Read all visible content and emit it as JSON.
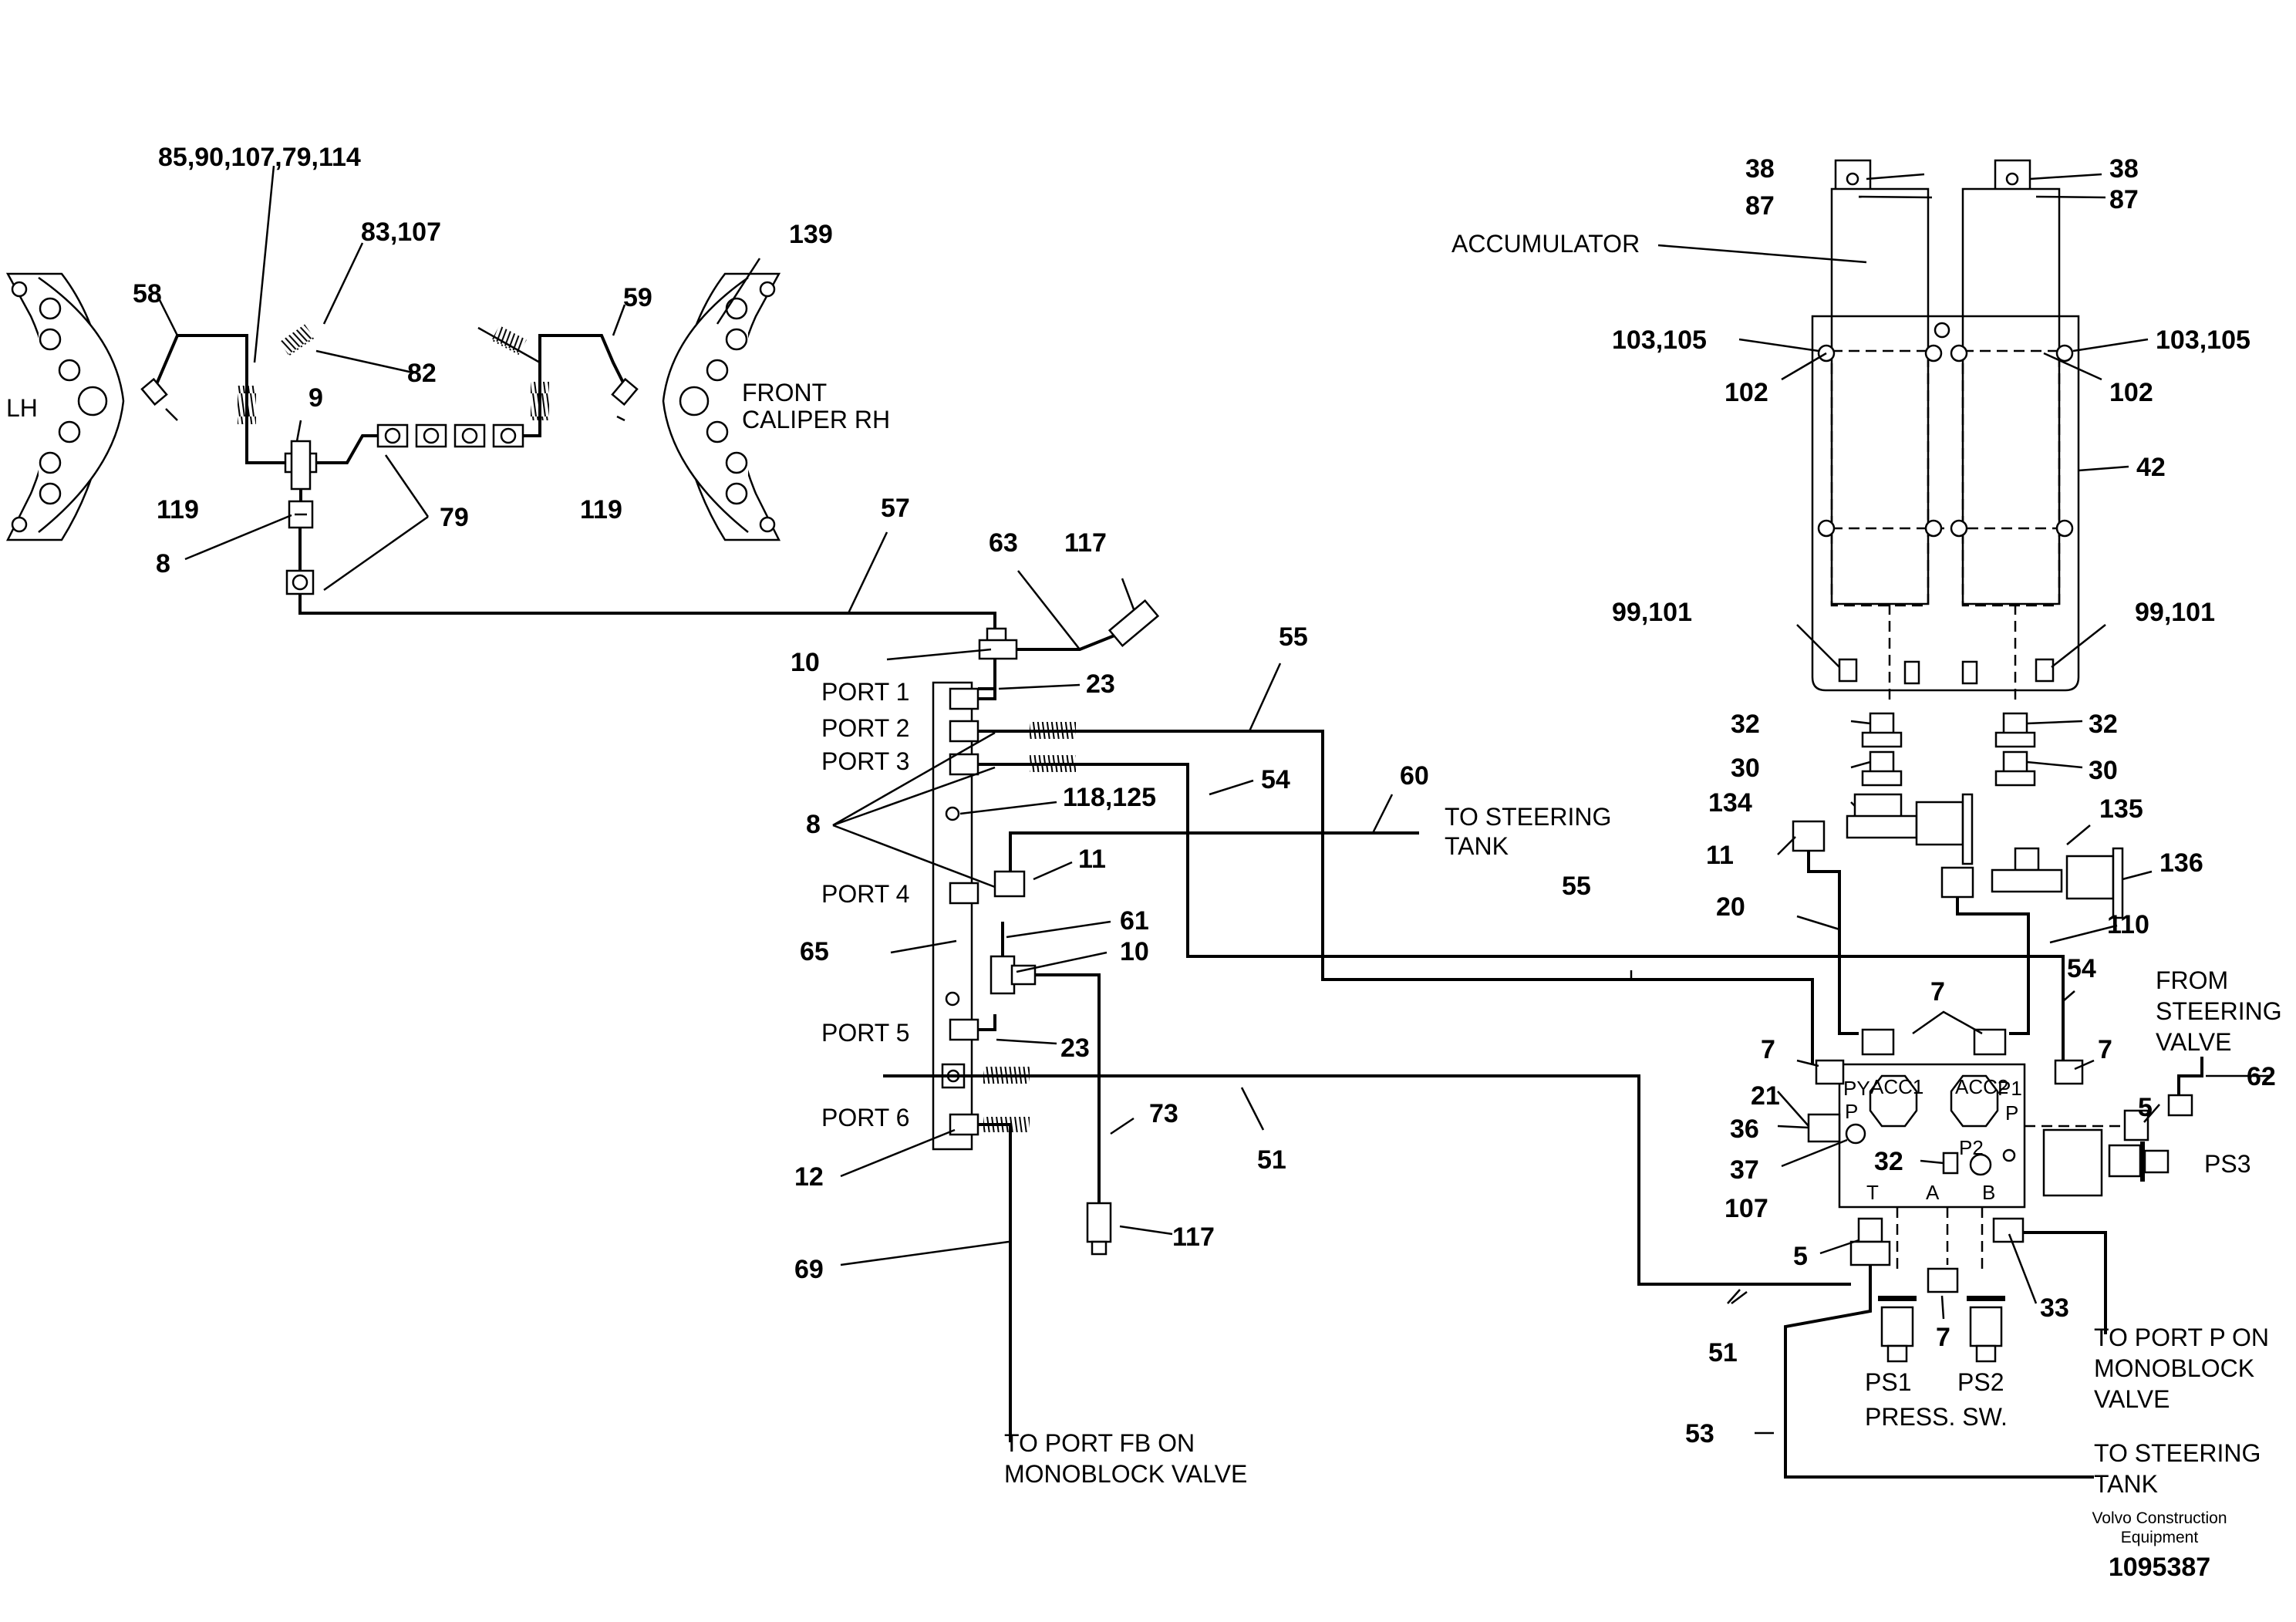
{
  "labels": {
    "c1": "85,90,107,79,114",
    "c2": "83,107",
    "c3": "139",
    "c4": "58",
    "c5": "59",
    "c6": "LH",
    "c7": "9",
    "c8": "82",
    "c9": "FRONT",
    "c10": "CALIPER RH",
    "c11": "119",
    "c12": "119",
    "c13": "8",
    "c14": "79",
    "c15": "57",
    "c16": "63",
    "c17": "117",
    "c18": "10",
    "c19": "PORT 1",
    "c20": "23",
    "c21": "PORT 2",
    "c22": "55",
    "c23": "PORT 3",
    "c24": "54",
    "c25": "60",
    "c26": "TO STEERING",
    "c27": "TANK",
    "c28": "8",
    "c29": "118,125",
    "c30": "PORT 4",
    "c31": "11",
    "c32": "65",
    "c33": "61",
    "c34": "10",
    "c35": "PORT 5",
    "c36": "23",
    "c37": "PORT 6",
    "c38": "73",
    "c39": "12",
    "c40": "51",
    "c41": "117",
    "c42": "69",
    "c43": "TO PORT FB ON",
    "c44": "MONOBLOCK VALVE",
    "r1": "38",
    "r2": "38",
    "r3": "87",
    "r4": "87",
    "r5": "ACCUMULATOR",
    "r6": "103,105",
    "r7": "103,105",
    "r8": "102",
    "r9": "102",
    "r10": "42",
    "r11": "99,101",
    "r12": "99,101",
    "r13": "32",
    "r14": "32",
    "r15": "30",
    "r16": "30",
    "r17": "134",
    "r18": "135",
    "r19": "11",
    "r20": "136",
    "r21": "55",
    "r22": "20",
    "r23": "110",
    "r24": "7",
    "r25": "54",
    "r26": "FROM",
    "r27": "STEERING",
    "r28": "VALVE",
    "r29": "7",
    "r30": "7",
    "r31": "21",
    "r32": "5",
    "r33": "62",
    "r34": "36",
    "r35": "37",
    "r36": "32",
    "r37": "107",
    "r38": "PS3",
    "r39": "5",
    "r40": "51",
    "r41": "33",
    "r42": "7",
    "r43": "PS1",
    "r44": "PS2",
    "r45": "PRESS. SW.",
    "r46": "TO PORT P ON",
    "r47": "MONOBLOCK",
    "r48": "VALVE",
    "r49": "53",
    "r50": "TO STEERING",
    "r51": "TANK",
    "v1": "PY",
    "v2": "ACC1",
    "v3": "ACC2",
    "v4": "P1",
    "v5": "P",
    "v6": "P",
    "v7": "P2",
    "v8": "T",
    "v9": "A",
    "v10": "B"
  },
  "footer": {
    "company_line1": "Volvo Construction",
    "company_line2": "Equipment",
    "drawing_number": "1095387"
  }
}
